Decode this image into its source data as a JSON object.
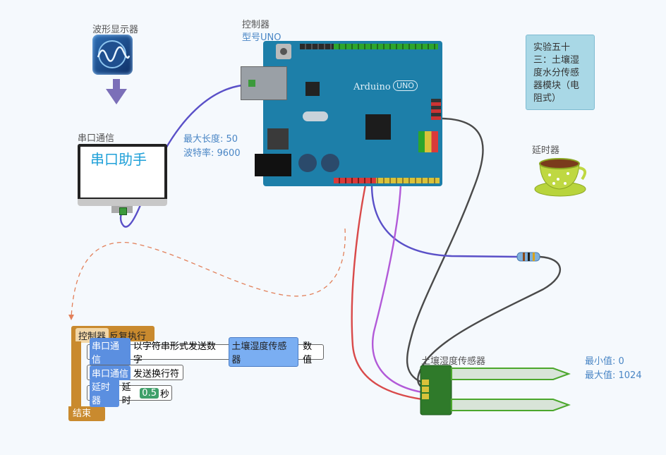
{
  "labels": {
    "oscilloscope": "波形显示器",
    "controller_title": "控制器",
    "controller_model": "型号UNO",
    "serial_title": "串口通信",
    "serial_screen": "串口助手",
    "max_length": "最大长度: 50",
    "baud_rate": "波特率: 9600",
    "delay_title": "延时器",
    "sensor_title": "土壤湿度传感器",
    "min_value": "最小值: 0",
    "max_value": "最大值: 1024",
    "board_text": "Arduino",
    "board_uno": "UNO"
  },
  "note": {
    "text": "实验五十三：土壤湿度水分传感器模块（电阻式）"
  },
  "program": {
    "controller": "控制器",
    "loop": "反复执行",
    "end": "结束",
    "rows": [
      {
        "module": "串口通信",
        "action": "以字符串形式发送数字",
        "arg": "土壤湿度传感器",
        "suffix": "数值"
      },
      {
        "module": "串口通信",
        "action": "发送换行符"
      },
      {
        "module": "延时器",
        "action": "延时",
        "value": "0.5",
        "unit": "秒"
      }
    ]
  },
  "colors": {
    "wire_blue": "#5a50c8",
    "wire_red": "#d94a4a",
    "wire_purple": "#b25ad8",
    "wire_dark": "#4a4a4a",
    "board": "#1d7fa9",
    "block_orange": "#c98a2e",
    "sensor_green": "#2f7a2a"
  }
}
